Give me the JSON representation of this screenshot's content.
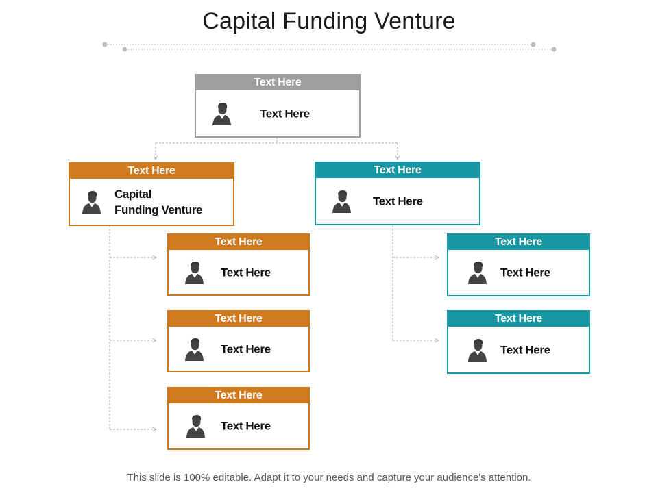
{
  "title": "Capital Funding Venture",
  "footer": "This slide is 100% editable. Adapt it to your needs and capture your audience's attention.",
  "colors": {
    "gray": "#9e9e9e",
    "orange": "#cf7a1e",
    "teal": "#1797a3",
    "connector": "#aaaaaa"
  },
  "icon": "person-icon",
  "nodes": {
    "root": {
      "header": "Text Here",
      "text": "Text Here"
    },
    "left": {
      "header": "Text Here",
      "text": "Capital\nFunding Venture"
    },
    "right": {
      "header": "Text Here",
      "text": "Text Here"
    },
    "left_1": {
      "header": "Text Here",
      "text": "Text Here"
    },
    "left_2": {
      "header": "Text Here",
      "text": "Text Here"
    },
    "left_3": {
      "header": "Text Here",
      "text": "Text Here"
    },
    "right_1": {
      "header": "Text Here",
      "text": "Text Here"
    },
    "right_2": {
      "header": "Text Here",
      "text": "Text Here"
    }
  }
}
